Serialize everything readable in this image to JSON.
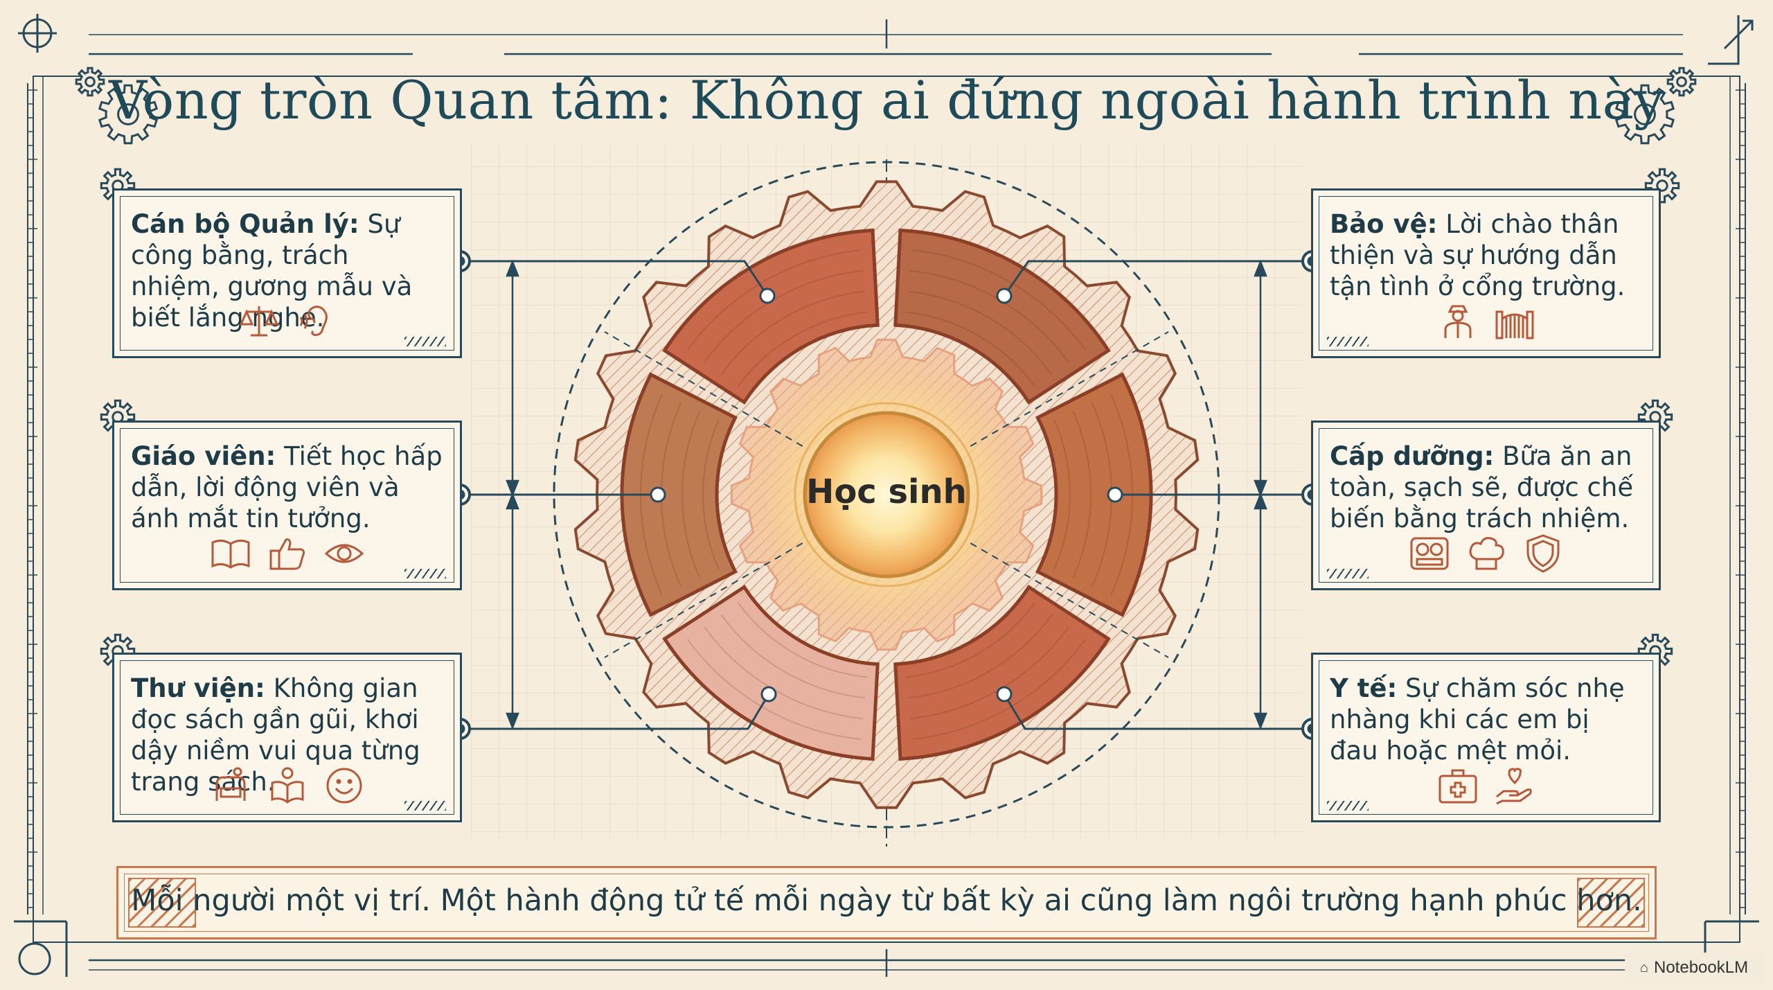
{
  "title": "Vòng tròn Quan tâm: Không ai đứng ngoài hành trình này",
  "center": "Học sinh",
  "cards": [
    {
      "name": "Cán bộ Quản lý:",
      "text": " Sự công bằng, trách nhiệm, gương mẫu và biết lắng nghe.",
      "icons": [
        "scale-icon",
        "ear-icon"
      ]
    },
    {
      "name": "Giáo viên:",
      "text": " Tiết học hấp dẫn, lời động viên và ánh mắt tin tưởng.",
      "icons": [
        "book-icon",
        "thumbs-up-icon",
        "eye-icon"
      ]
    },
    {
      "name": "Thư viện:",
      "text": " Không gian đọc sách gần gũi, khơi dậy niềm vui qua từng trang sách.",
      "icons": [
        "reading-chair-icon",
        "reader-icon",
        "smile-icon"
      ]
    },
    {
      "name": "Bảo vệ:",
      "text": " Lời chào thân thiện và sự hướng dẫn tận tình ở cổng trường.",
      "icons": [
        "guard-icon",
        "gate-icon"
      ]
    },
    {
      "name": "Cấp dưỡng:",
      "text": " Bữa ăn an toàn, sạch sẽ, được chế biến bằng trách nhiệm.",
      "icons": [
        "meal-tray-icon",
        "chef-hat-icon",
        "shield-icon"
      ]
    },
    {
      "name": "Y tế:",
      "text": " Sự chăm sóc nhẹ nhàng khi các em bị đau hoặc mệt mỏi.",
      "icons": [
        "first-aid-icon",
        "caring-hand-icon"
      ]
    }
  ],
  "segment_colors": [
    "#c9694c",
    "#b86a48",
    "#be7a52",
    "#c27045",
    "#c9694c",
    "#e8b2a0"
  ],
  "footer": "Mỗi người một vị trí. Một hành động tử tế mỗi ngày từ bất kỳ ai cũng làm ngôi trường hạnh phúc hơn.",
  "watermark": "NotebookLM"
}
